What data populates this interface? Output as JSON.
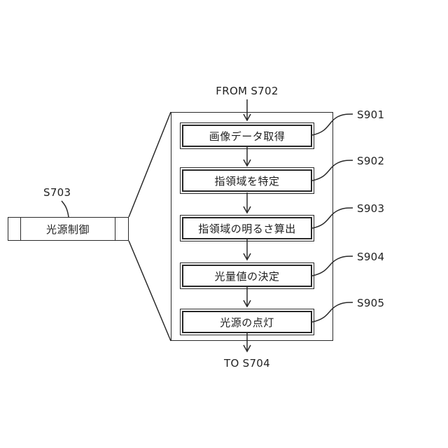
{
  "labels": {
    "from": "FROM S702",
    "to": "TO S704",
    "s703": "S703"
  },
  "s703_block": {
    "text": "光源制御"
  },
  "steps": [
    {
      "id": "S901",
      "text": "画像データ取得"
    },
    {
      "id": "S902",
      "text": "指領域を特定"
    },
    {
      "id": "S903",
      "text": "指領域の明るさ算出"
    },
    {
      "id": "S904",
      "text": "光量値の決定"
    },
    {
      "id": "S905",
      "text": "光源の点灯"
    }
  ]
}
